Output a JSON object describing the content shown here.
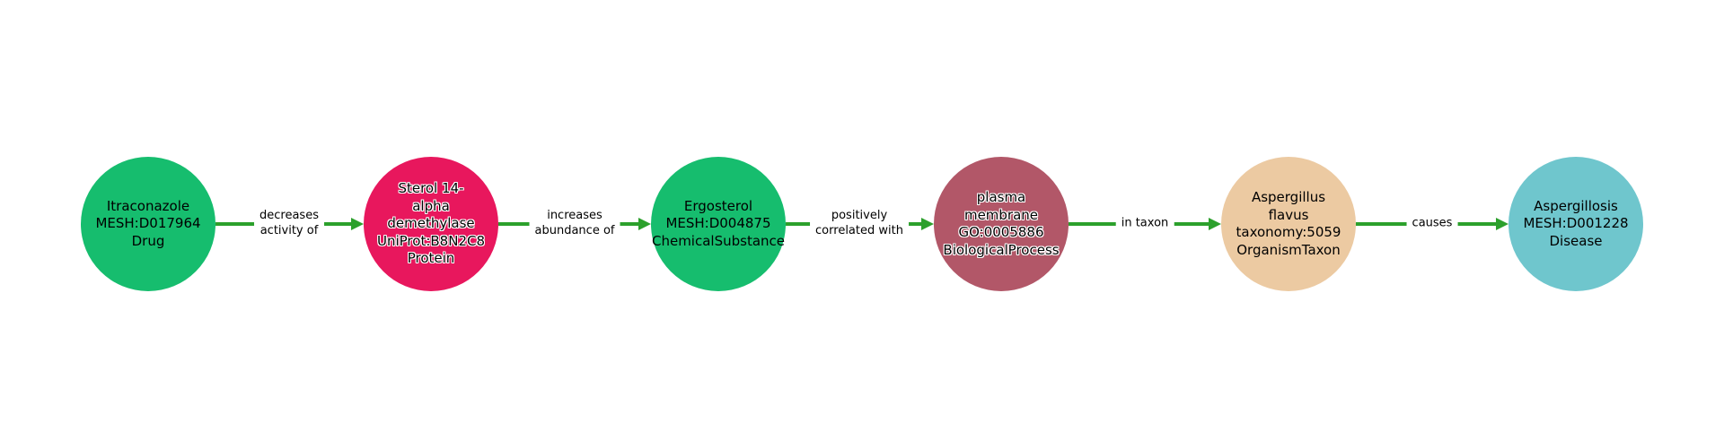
{
  "diagram": {
    "background": "#ffffff",
    "edge_color": "#2ca02c",
    "text_color": "#000000"
  },
  "nodes": [
    {
      "label": "Itraconazole\nMESH:D017964\nDrug",
      "color": "#16bd6e"
    },
    {
      "label": "Sterol 14-\nalpha\ndemethylase\nUniProt:B8N2C8\nProtein",
      "color": "#e8175d"
    },
    {
      "label": "Ergosterol\nMESH:D004875\nChemicalSubstance",
      "color": "#16bd6e"
    },
    {
      "label": "plasma\nmembrane\nGO:0005886\nBiologicalProcess",
      "color": "#b25768"
    },
    {
      "label": "Aspergillus\nflavus\ntaxonomy:5059\nOrganismTaxon",
      "color": "#eccaa2"
    },
    {
      "label": "Aspergillosis\nMESH:D001228\nDisease",
      "color": "#6fc6cd"
    }
  ],
  "edges": [
    {
      "label": "decreases\nactivity of"
    },
    {
      "label": "increases\nabundance of"
    },
    {
      "label": "positively\ncorrelated with"
    },
    {
      "label": "in taxon"
    },
    {
      "label": "causes"
    }
  ]
}
